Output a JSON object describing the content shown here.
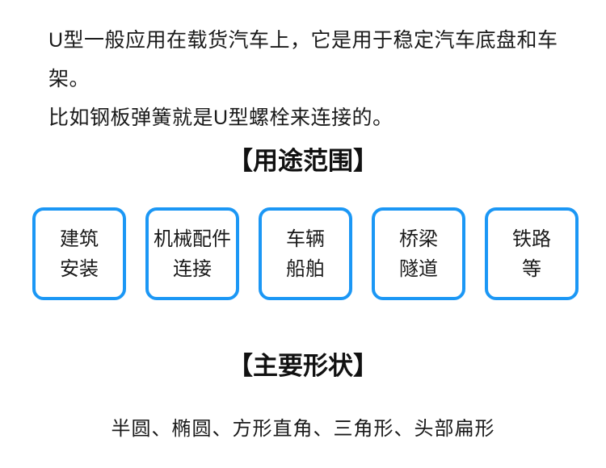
{
  "page": {
    "background_color": "#ffffff",
    "accent_blue": "#1b97f5",
    "text_color": "#1a1a1a"
  },
  "intro": {
    "line1": "U型一般应用在载货汽车上，它是用于稳定汽车底盘和车架。",
    "line2": "比如钢板弹簧就是U型螺栓来连接的。"
  },
  "usage_section": {
    "title": "【用途范围】",
    "items": [
      {
        "line1": "建筑",
        "line2": "安装"
      },
      {
        "line1": "机械配件",
        "line2": "连接"
      },
      {
        "line1": "车辆",
        "line2": "船舶"
      },
      {
        "line1": "桥梁",
        "line2": "隧道"
      },
      {
        "line1": "铁路",
        "line2": "等"
      }
    ]
  },
  "shape_section": {
    "title": "【主要形状】",
    "shapes_list": "半圆、椭圆、方形直角、三角形、头部扁形"
  }
}
